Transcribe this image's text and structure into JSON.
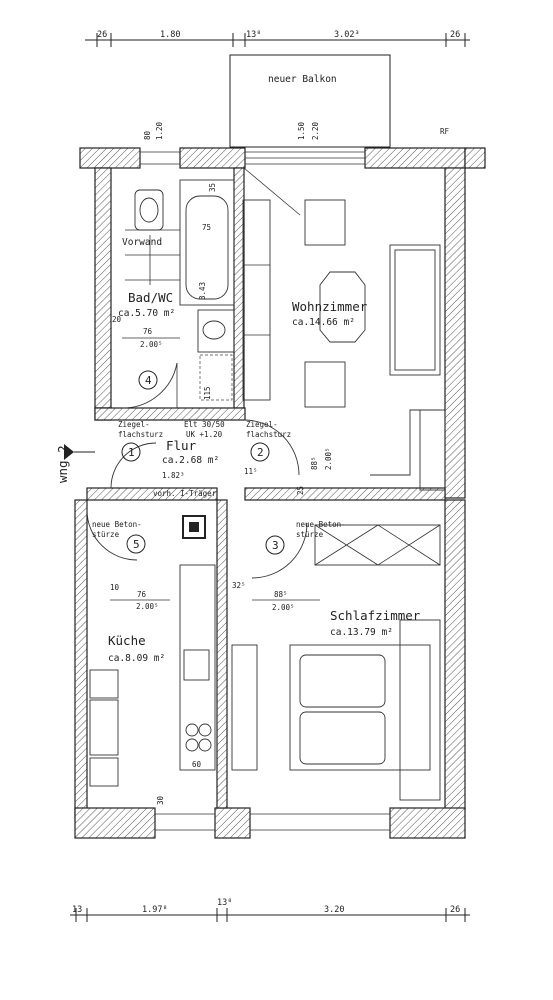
{
  "plan": {
    "balcony_label": "neuer Balkon",
    "rf_label": "RF",
    "rooms": [
      {
        "name": "Bad/WC",
        "area": "ca.5.70 m²"
      },
      {
        "name": "Wohnzimmer",
        "area": "ca.14.66 m²"
      },
      {
        "name": "Flur",
        "area": "ca.2.68 m²"
      },
      {
        "name": "Küche",
        "area": "ca.8.09 m²"
      },
      {
        "name": "Schlafzimmer",
        "area": "ca.13.79 m²"
      }
    ],
    "vorwand": "Vorwand",
    "wng": "wng.2",
    "door_numbers": [
      "1",
      "2",
      "3",
      "4",
      "5"
    ],
    "notes": {
      "ziegel_left_1": "Ziegel-",
      "ziegel_left_2": "flachsturz",
      "ziegel_right_1": "Ziegel-",
      "ziegel_right_2": "flachsturz",
      "elt_1": "Elt 30/50",
      "elt_2": "UK +1.20",
      "traeger": "vorh. I-Träger",
      "beton_left_1": "neue Beton-",
      "beton_left_2": "stürze",
      "beton_right_1": "neue Beton-",
      "beton_right_2": "stürze"
    },
    "dims": {
      "top": [
        "26",
        "1.80",
        "13⁸",
        "3.02³",
        "26"
      ],
      "bottom": [
        "13",
        "1.97⁸",
        "13⁸",
        "3.20",
        "26"
      ],
      "win_left_1": "80",
      "win_left_2": "1.20",
      "win_right_1": "1.50",
      "win_right_2": "2.20",
      "bath_75": "75",
      "bath_35": "35",
      "bath_343": "3.43",
      "bath_20": "20",
      "bath_76": "76",
      "bath_2005": "2.00⁵",
      "bath_115": "115",
      "flur_1823": "1.82³",
      "flur_115": "11⁵",
      "wz_885": "88⁵",
      "wz_2005": "2.00⁵",
      "wz_25": "25",
      "k_10": "10",
      "k_76": "76",
      "k_2005": "2.00⁵",
      "k_60": "60",
      "k_30": "30",
      "s_325": "32⁵",
      "s_885": "88⁵",
      "s_2005": "2.00⁵"
    }
  }
}
